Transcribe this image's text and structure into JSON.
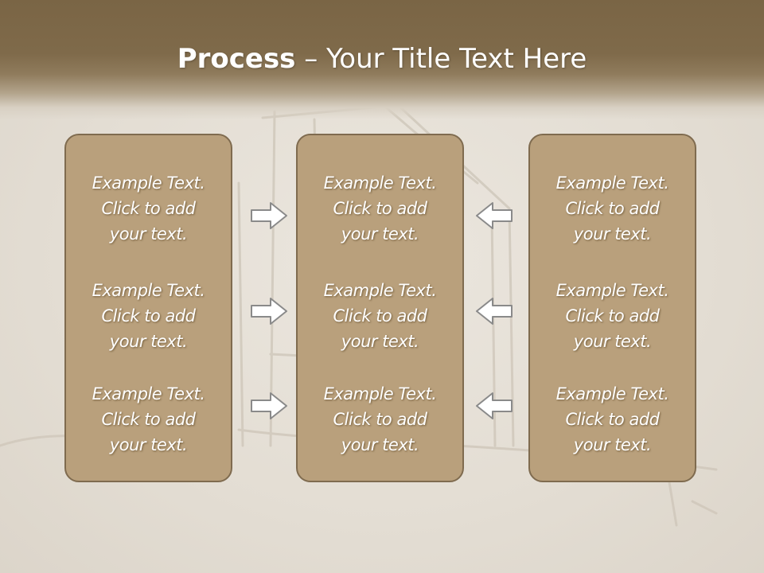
{
  "title": {
    "bold": "Process",
    "rest": " – Your Title Text Here"
  },
  "columns": [
    {
      "blocks": [
        {
          "line1": "Example Text.",
          "line2": "Click  to add",
          "line3": "your text."
        },
        {
          "line1": "Example Text.",
          "line2": "Click  to add",
          "line3": "your text."
        },
        {
          "line1": "Example Text.",
          "line2": "Click  to add",
          "line3": "your text."
        }
      ]
    },
    {
      "blocks": [
        {
          "line1": "Example Text.",
          "line2": "Click  to add",
          "line3": "your text."
        },
        {
          "line1": "Example Text.",
          "line2": "Click  to add",
          "line3": "your text."
        },
        {
          "line1": "Example Text.",
          "line2": "Click  to add",
          "line3": "your text."
        }
      ]
    },
    {
      "blocks": [
        {
          "line1": "Example Text.",
          "line2": "Click  to add",
          "line3": "your text."
        },
        {
          "line1": "Example Text.",
          "line2": "Click  to add",
          "line3": "your text."
        },
        {
          "line1": "Example Text.",
          "line2": "Click  to add",
          "line3": "your text."
        }
      ]
    }
  ],
  "arrows": {
    "left_group_direction": "right",
    "right_group_direction": "left"
  },
  "colors": {
    "header": "#7f6a4a",
    "box_fill": "#b9a07c",
    "box_border": "#7f6b4f",
    "arrow_fill": "#ffffff",
    "arrow_stroke": "#8a8a8a",
    "background": "#e6e0d7"
  }
}
